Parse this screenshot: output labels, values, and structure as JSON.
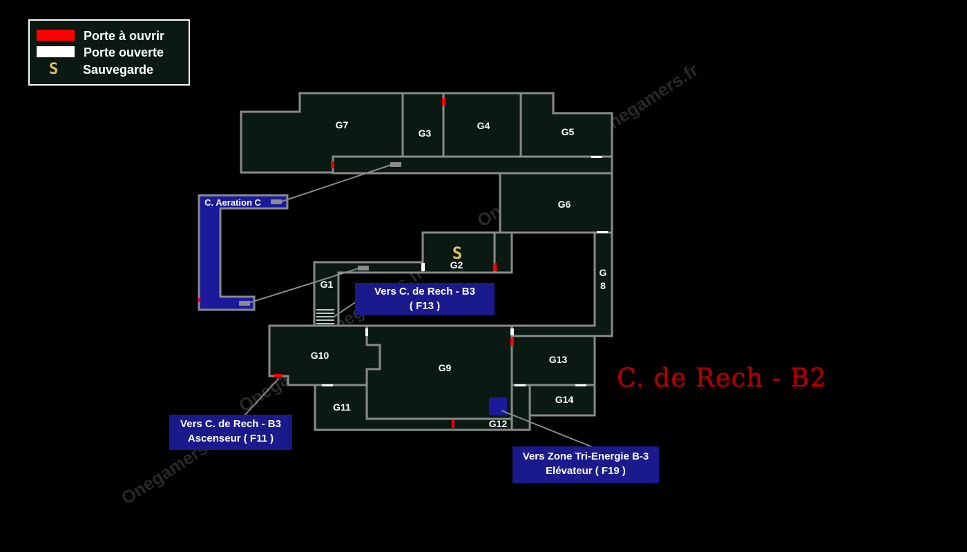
{
  "legend": {
    "door_closed": "Porte à ouvrir",
    "door_open": "Porte ouverte",
    "save": "Sauvegarde",
    "save_icon": "S",
    "colors": {
      "door_closed": "#ff0000",
      "door_open": "#ffffff",
      "save": "#e6c15a"
    }
  },
  "rooms": {
    "g1": "G1",
    "g2": "G2",
    "g3": "G3",
    "g4": "G4",
    "g5": "G5",
    "g6": "G6",
    "g7": "G7",
    "g8a": "G",
    "g8b": "8",
    "g9": "G9",
    "g10": "G10",
    "g11": "G11",
    "g12": "G12",
    "g13": "G13",
    "g14": "G14",
    "vent": "C. Aeration C",
    "save_icon": "S"
  },
  "callouts": {
    "f13": {
      "line1": "Vers C. de Rech - B3",
      "line2": "( F13 )"
    },
    "f11": {
      "line1": "Vers C. de Rech - B3",
      "line2": "Ascenseur ( F11 )"
    },
    "f19": {
      "line1": "Vers Zone Tri-Energie B-3",
      "line2": "Elévateur ( F19 )"
    }
  },
  "title": "C. de Rech - B2",
  "watermark": "Onegamers.fr",
  "colors": {
    "background": "#000000",
    "room_fill": "#0a1a12",
    "wall": "#8a8a8a",
    "vent_fill": "#1a1a9a",
    "callout_fill": "#1a1a8c",
    "title": "#b30000"
  }
}
